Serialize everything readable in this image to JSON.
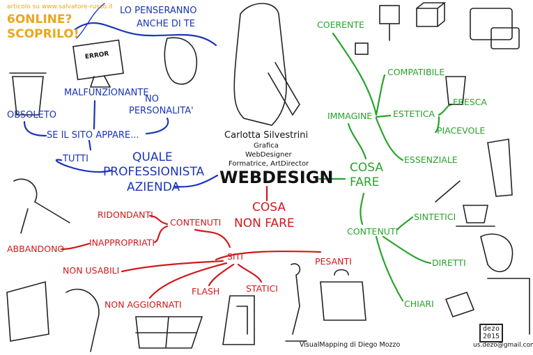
{
  "colors": {
    "orange": "#e8a81c",
    "blue": "#1a35b8",
    "red": "#d0191b",
    "green": "#27a32a",
    "black": "#111111"
  },
  "promo": {
    "article": "articolo su www.salvatore-russo.it",
    "line1": "6ONLINE?",
    "line2": "SCOPRILO!"
  },
  "center": {
    "name": "Carlotta Silvestrini",
    "role1": "Grafica",
    "role2": "WebDesigner",
    "role3": "Formatrice, ArtDirector",
    "title": "WEBDESIGN"
  },
  "blue": {
    "penseranno1": "LO PENSERANNO",
    "penseranno2": "ANCHE DI TE",
    "malfunzionante": "MALFUNZIONANTE",
    "no": "NO",
    "personalita": "PERSONALITA'",
    "obsoleto": "OBSOLETO",
    "appare": "SE IL SITO APPARE...",
    "tutti": "TUTTI",
    "quale": "QUALE",
    "professionista": "PROFESSIONISTA",
    "azienda": "AZIENDA",
    "error": "ERROR"
  },
  "red": {
    "cosa": "COSA",
    "nonfare": "NON FARE",
    "ridondanti": "RIDONDANTI",
    "contenuti": "CONTENUTI",
    "inappropriati": "INAPPROPRIATI",
    "abbandono": "ABBANDONO",
    "siti": "SITI",
    "nonusabili": "NON USABILI",
    "pesanti": "PESANTI",
    "nonaggiornati": "NON AGGIORNATI",
    "flash": "FLASH",
    "statici": "STATICI"
  },
  "green": {
    "coerente": "COERENTE",
    "compatibile": "COMPATIBILE",
    "immagine": "IMMAGINE",
    "estetica": "ESTETICA",
    "fresca": "FRESCA",
    "piacevole": "PIACEVOLE",
    "essenziale": "ESSENZIALE",
    "cosa": "COSA",
    "fare": "FARE",
    "sintetici": "SINTETICI",
    "contenuti": "CONTENUTI",
    "diretti": "DIRETTI",
    "chiari": "CHIARI"
  },
  "credits": {
    "author": "VisualMapping di Diego Mozzo",
    "badge1": "dezo",
    "badge2": "2015",
    "email": "us.dezo@gmail.com"
  }
}
